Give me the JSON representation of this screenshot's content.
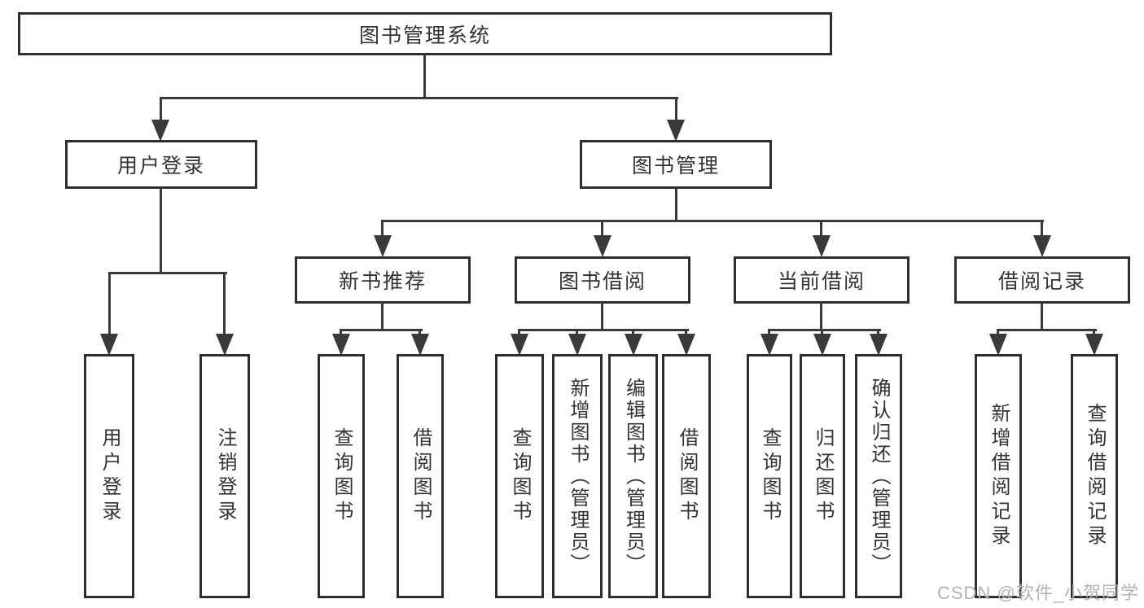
{
  "diagram": {
    "root": {
      "label": "图书管理系统",
      "children": [
        {
          "label": "用户登录",
          "children": [
            {
              "label": "用户登录"
            },
            {
              "label": "注销登录"
            }
          ]
        },
        {
          "label": "图书管理",
          "children": [
            {
              "label": "新书推荐",
              "children": [
                {
                  "label": "查询图书"
                },
                {
                  "label": "借阅图书"
                }
              ]
            },
            {
              "label": "图书借阅",
              "children": [
                {
                  "label": "查询图书"
                },
                {
                  "label": "新增图书（管理员）"
                },
                {
                  "label": "编辑图书（管理员）"
                },
                {
                  "label": "借阅图书"
                }
              ]
            },
            {
              "label": "当前借阅",
              "children": [
                {
                  "label": "查询图书"
                },
                {
                  "label": "归还图书"
                },
                {
                  "label": "确认归还（管理员）"
                }
              ]
            },
            {
              "label": "借阅记录",
              "children": [
                {
                  "label": "新增借阅记录"
                },
                {
                  "label": "查询借阅记录"
                }
              ]
            }
          ]
        }
      ]
    },
    "colors": {
      "line": "#3a3a3a",
      "box_border": "#2e2e2e",
      "text": "#333333",
      "watermark": "#b3b3b3",
      "background": "#ffffff"
    }
  },
  "watermark": {
    "text": "CSDN @软件_小贺同学"
  }
}
